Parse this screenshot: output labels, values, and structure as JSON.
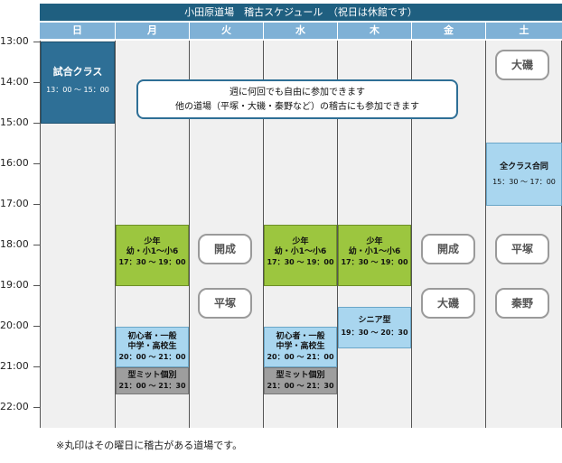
{
  "title": "小田原道場　稽古スケジュール　（祝日は休館です）",
  "days": [
    "日",
    "月",
    "火",
    "水",
    "木",
    "金",
    "土"
  ],
  "times": [
    "13:00",
    "14:00",
    "15:00",
    "16:00",
    "17:00",
    "18:00",
    "19:00",
    "20:00",
    "21:00",
    "22:00"
  ],
  "blocks": {
    "sun_shiai": {
      "title": "試合クラス",
      "time": "13：00 〜 15：00"
    },
    "sat_zen": {
      "title": "全クラス合同",
      "time": "15：30 〜 17：00"
    },
    "mon_shonen": {
      "title": "少年",
      "sub": "幼・小1〜小6",
      "time": "17：30 〜 19：00"
    },
    "wed_shonen": {
      "title": "少年",
      "sub": "幼・小1〜小6",
      "time": "17：30 〜 19：00"
    },
    "thu_shonen": {
      "title": "少年",
      "sub": "幼・小1〜小6",
      "time": "17：30 〜 19：00"
    },
    "mon_ippan": {
      "title": "初心者・一般",
      "sub": "中学・高校生",
      "time": "20：00 〜 21：00"
    },
    "wed_ippan": {
      "title": "初心者・一般",
      "sub": "中学・高校生",
      "time": "20：00 〜 21：00"
    },
    "mon_mitt": {
      "title": "型ミット個別",
      "time": "21：00 〜 21：30"
    },
    "wed_mitt": {
      "title": "型ミット個別",
      "time": "21：00 〜 21：30"
    },
    "thu_senior": {
      "title": "シニア型",
      "time": "19：30 〜 20：30"
    }
  },
  "pills": {
    "sat_oiso_top": "大磯",
    "tue_kaisei": "開成",
    "tue_hiratsuka": "平塚",
    "fri_kaisei": "開成",
    "fri_oiso": "大磯",
    "sat_hiratsuka": "平塚",
    "sat_hadano": "秦野"
  },
  "notice": {
    "line1": "週に何回でも自由に参加できます",
    "line2": "他の道場（平塚・大磯・秦野など）の稽古にも参加できます"
  },
  "footnote": "※丸印はその曜日に稽古がある道場です。",
  "colors": {
    "header": "#1f5f80",
    "dayhead": "#7fb1d6",
    "green": "#9cc63f",
    "light": "#a9d6ef",
    "gray": "#9e9e9e",
    "dark": "#2e6f96"
  }
}
